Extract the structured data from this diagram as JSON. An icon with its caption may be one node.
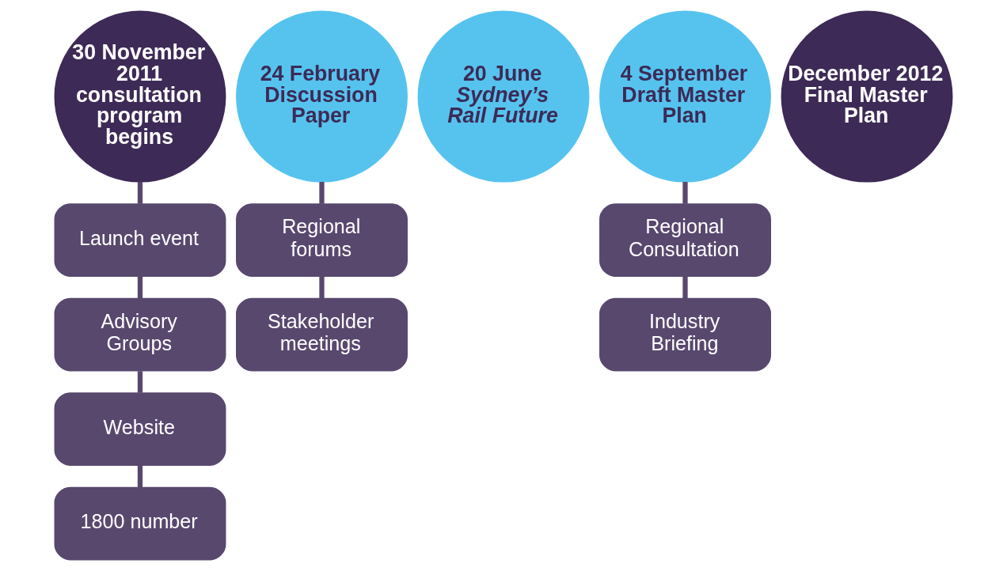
{
  "diagram": {
    "nodes": [
      {
        "text": [
          "30 November 2011 consultation program begins"
        ]
      },
      {
        "text": [
          "24 February Discussion Paper"
        ]
      },
      {
        "text": [
          "20 June *Sydney’s Rail Future*"
        ]
      },
      {
        "text": [
          "4 September Draft Master Plan"
        ]
      },
      {
        "text": [
          "December 2012 Final Master Plan"
        ]
      },
      {
        "text": [
          "Launch event"
        ]
      },
      {
        "text": [
          "Advisory Groups"
        ]
      },
      {
        "text": [
          "Website"
        ]
      },
      {
        "text": [
          "1800 number"
        ]
      },
      {
        "text": [
          "Regional forums"
        ]
      },
      {
        "text": [
          "Stakeholder meetings"
        ]
      },
      {
        "text": [
          "Regional Consultation"
        ]
      },
      {
        "text": [
          "Industry Briefing"
        ]
      }
    ],
    "edges": [
      {
        "from": 0,
        "to": 5,
        "arrow": "none"
      },
      {
        "from": 5,
        "to": 6,
        "arrow": "none"
      },
      {
        "from": 6,
        "to": 7,
        "arrow": "none"
      },
      {
        "from": 7,
        "to": 8,
        "arrow": "none"
      },
      {
        "from": 1,
        "to": 9,
        "arrow": "none"
      },
      {
        "from": 9,
        "to": 10,
        "arrow": "none"
      },
      {
        "from": 3,
        "to": 11,
        "arrow": "none"
      },
      {
        "from": 11,
        "to": 12,
        "arrow": "none"
      }
    ]
  }
}
